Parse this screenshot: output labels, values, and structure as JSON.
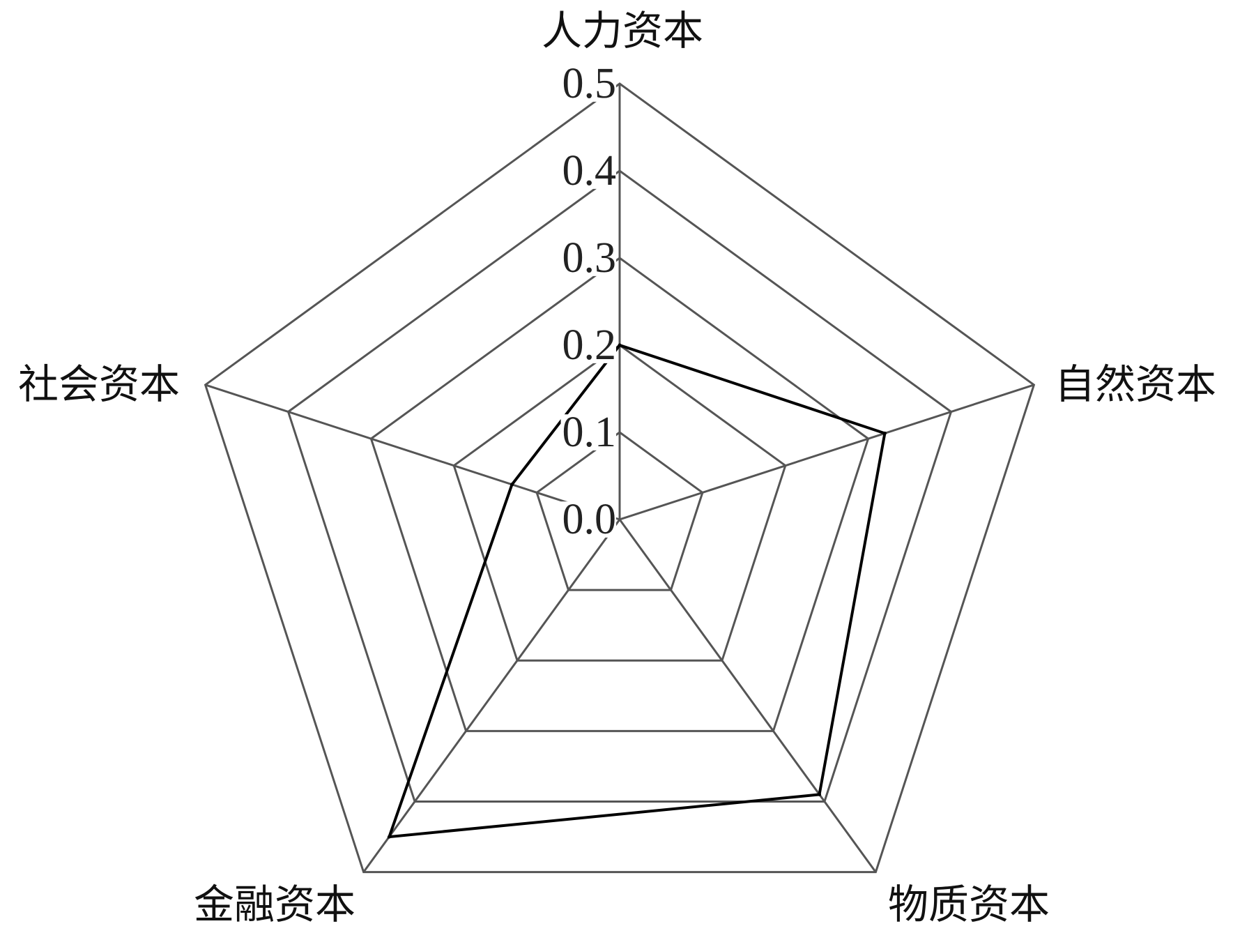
{
  "chart_data": {
    "type": "radar",
    "categories": [
      "人力资本",
      "自然资本",
      "物质资本",
      "金融资本",
      "社会资本"
    ],
    "values": [
      0.2,
      0.32,
      0.39,
      0.45,
      0.13
    ],
    "ticks": [
      "0.0",
      "0.1",
      "0.2",
      "0.3",
      "0.4",
      "0.5"
    ],
    "range": [
      0,
      0.5
    ],
    "grid": true,
    "legend": "none",
    "colors": {
      "grid": "#555555",
      "series": "#000000"
    }
  }
}
